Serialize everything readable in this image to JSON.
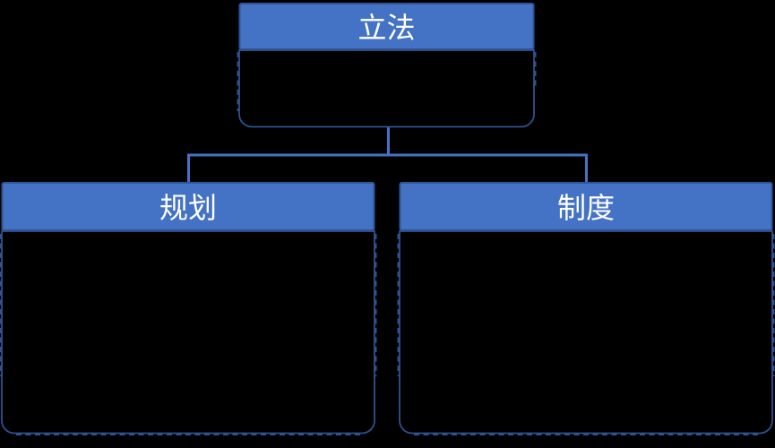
{
  "diagram": {
    "type": "hierarchy-box-list",
    "background_color": "#000000",
    "colors": {
      "header_fill": "#4472C4",
      "header_border": "#2F5597",
      "body_border": "#2F528F",
      "connector": "#4472C4",
      "label_text": "#FFFFFF",
      "body_fill": "#000000"
    },
    "nodes": {
      "root": {
        "label": "立法",
        "body_text": ""
      },
      "left": {
        "label": "规划",
        "body_text": ""
      },
      "right": {
        "label": "制度",
        "body_text": ""
      }
    },
    "connections": [
      {
        "from": "root",
        "to": "left"
      },
      {
        "from": "root",
        "to": "right"
      }
    ]
  }
}
